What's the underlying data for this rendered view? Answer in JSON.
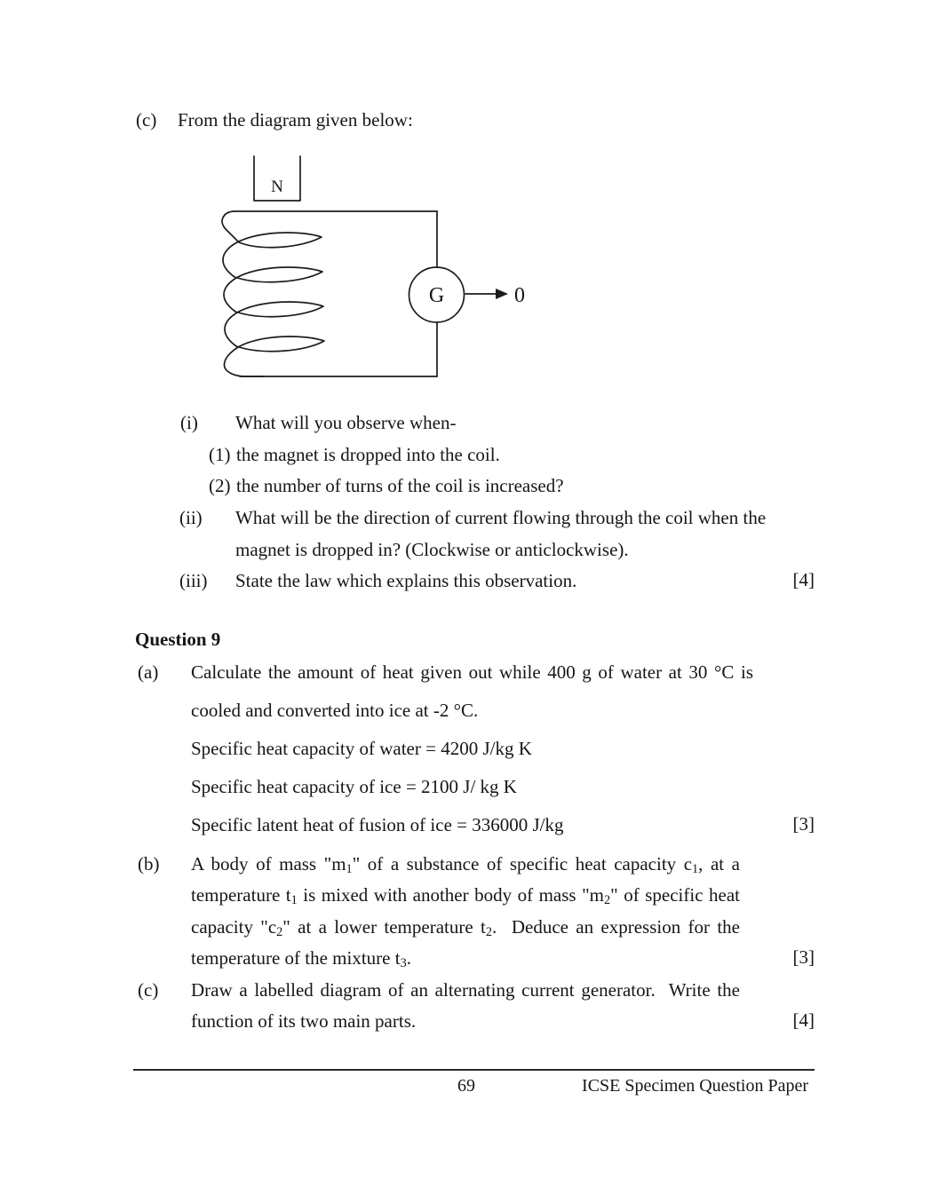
{
  "document": {
    "section_c": {
      "label": "(c)",
      "title": "From the diagram given below:"
    },
    "diagram": {
      "magnet_label": "N",
      "galvanometer_label": "G",
      "reading_label": "0"
    },
    "sub_questions": {
      "i": {
        "label": "(i)",
        "text": "What will you observe when-",
        "parts": [
          {
            "label": "(1)",
            "text": "the magnet is dropped into the coil."
          },
          {
            "label": "(2)",
            "text": "the number of turns of the coil is increased?"
          }
        ]
      },
      "ii": {
        "label": "(ii)",
        "line1": "What will be the direction of current flowing through the coil when the",
        "line2": "magnet is dropped in? (Clockwise or anticlockwise)."
      },
      "iii": {
        "label": "(iii)",
        "text": "State the law which explains this observation.",
        "marks": "[4]"
      }
    },
    "question9": {
      "heading": "Question 9",
      "part_a": {
        "label": "(a)",
        "line1": "Calculate the amount of heat given out while 400 g of water at 30 °C is",
        "line2": "cooled and converted into ice at -2 °C.",
        "data_lines": [
          "Specific heat capacity of water = 4200 J/kg K",
          "Specific heat capacity of ice = 2100 J/ kg K",
          "Specific latent heat of fusion of ice = 336000 J/kg"
        ],
        "marks": "[3]"
      },
      "part_b": {
        "label": "(b)",
        "line1_html": "A body of mass \"m<sub>1</sub>\" of a substance of specific heat capacity c<sub>1</sub>, at a",
        "line2_html": "temperature t<sub>1</sub> is mixed with another body of mass \"m<sub>2</sub>\" of specific heat",
        "line3_html": "capacity \"c<sub>2</sub>\" at a lower temperature t<sub>2</sub>.&nbsp; Deduce an expression for the",
        "line4_html": "temperature of the mixture t<sub>3</sub>.",
        "marks": "[3]"
      },
      "part_c": {
        "label": "(c)",
        "line1_html": "Draw a labelled diagram of an alternating current generator.&nbsp; Write the",
        "line2": "function of its two main parts.",
        "marks": "[4]"
      }
    },
    "footer": {
      "page_number": "69",
      "source": "ICSE Specimen Question Paper"
    }
  }
}
